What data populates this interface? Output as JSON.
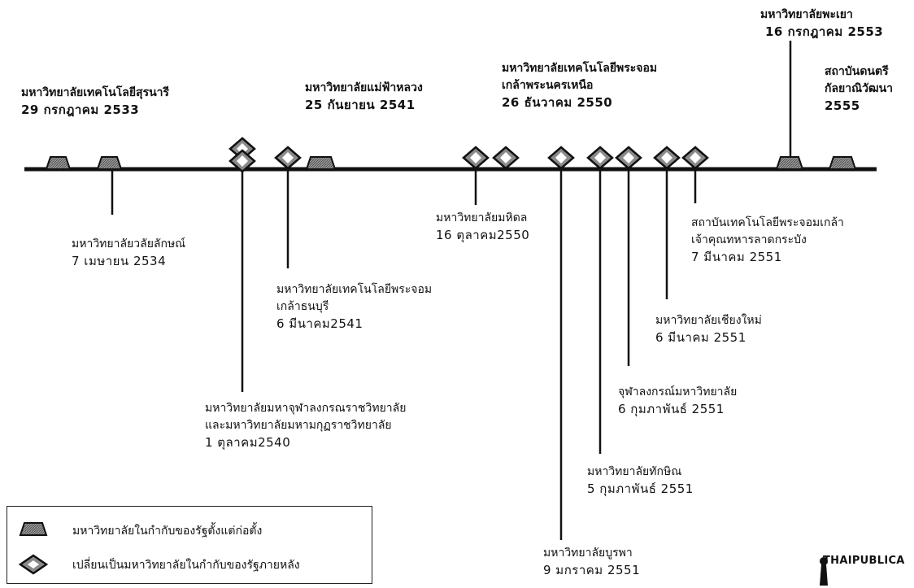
{
  "colors": {
    "line": "#111111",
    "symbol_fill": "#8a8a8a",
    "symbol_stroke": "#111111"
  },
  "legend": {
    "original": "มหาวิทยาลัยในกำกับของรัฐตั้งแต่ก่อตั้ง",
    "converted": "เปลี่ยนเป็นมหาวิทยาลัยในกำกับของรัฐภายหลัง",
    "original_icon": "trapezoid-icon",
    "converted_icon": "diamond-icon"
  },
  "events_above": [
    {
      "name": "มหาวิทยาลัยเทคโนโลยีสุรนารี",
      "date": "29 กรกฎาคม 2533",
      "type": "original"
    },
    {
      "name": "มหาวิทยาลัยแม่ฟ้าหลวง",
      "date": "25 กันยายน 2541",
      "type": "original"
    },
    {
      "name": "มหาวิทยาลัยเทคโนโลยีพระจอม",
      "name2": "เกล้าพระนครเหนือ",
      "date": "26 ธันวาคม 2550",
      "type": "converted"
    },
    {
      "name": "มหาวิทยาลัยพะเยา",
      "date": "16 กรกฎาคม 2553",
      "type": "original"
    },
    {
      "name": "สถาบันดนตรี",
      "name2": "กัลยาณิวัฒนา",
      "date": "2555",
      "type": "original"
    }
  ],
  "events_below": [
    {
      "name": "มหาวิทยาลัยวลัยลักษณ์",
      "date": "7 เมษายน 2534",
      "type": "original"
    },
    {
      "name": "มหาวิทยาลัยเทคโนโลยีพระจอม",
      "name2": "เกล้าธนบุรี",
      "date": "6 มีนาคม2541",
      "type": "converted"
    },
    {
      "name": "มหาวิทยาลัยมหาจุฬาลงกรณราชวิทยาลัย",
      "name2": "และมหาวิทยาลัยมหามกุฏราชวิทยาลัย",
      "date": "1 ตุลาคม2540",
      "type": "converted"
    },
    {
      "name": "มหาวิทยาลัยมหิดล",
      "date": "16 ตุลาคม2550",
      "type": "converted"
    },
    {
      "name": "มหาวิทยาลัยบูรพา",
      "date": "9 มกราคม 2551",
      "type": "converted"
    },
    {
      "name": "มหาวิทยาลัยทักษิณ",
      "date": "5 กุมภาพันธ์ 2551",
      "type": "converted"
    },
    {
      "name": "จุฬาลงกรณ์มหาวิทยาลัย",
      "date": "6 กุมภาพันธ์ 2551",
      "type": "converted"
    },
    {
      "name": "มหาวิทยาลัยเชียงใหม่",
      "date": "6 มีนาคม 2551",
      "type": "converted"
    },
    {
      "name": "สถาบันเทคโนโลยีพระจอมเกล้า",
      "name2": "เจ้าคุณทหารลาดกระบัง",
      "date": "7 มีนาคม 2551",
      "type": "converted"
    }
  ],
  "brand": "THAIPUBLICA"
}
